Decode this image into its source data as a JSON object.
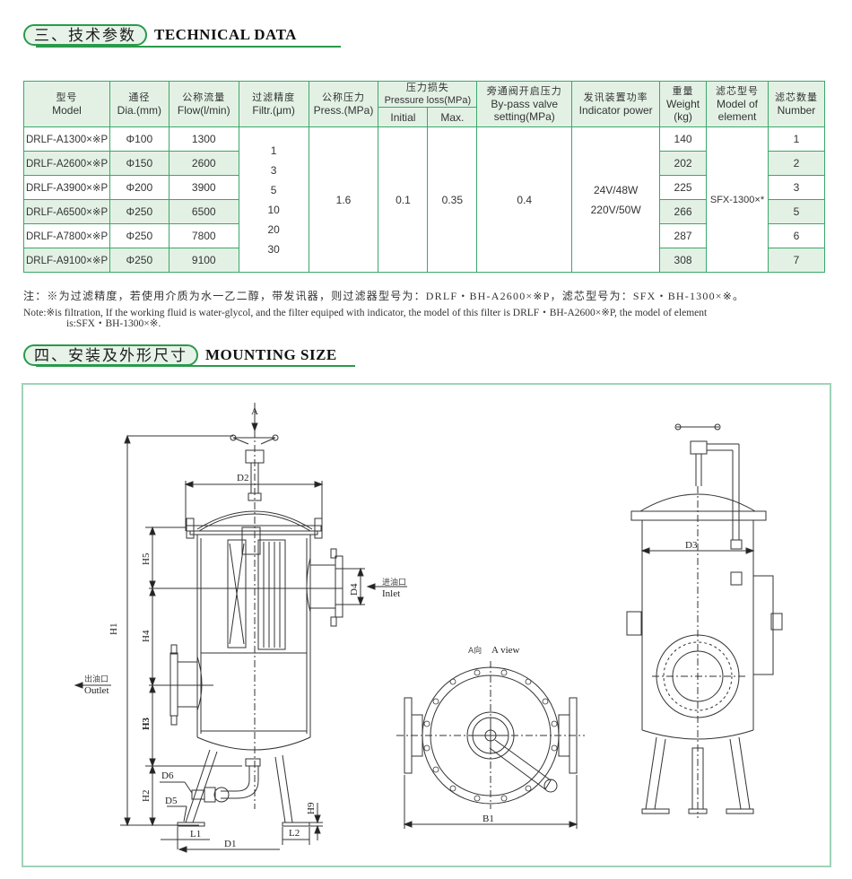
{
  "section1": {
    "cn_label": "三、技术参数",
    "en_title": "TECHNICAL DATA"
  },
  "table": {
    "headers": {
      "model": {
        "cn": "型号",
        "en": "Model"
      },
      "dia": {
        "cn": "通径",
        "en": "Dia.(mm)"
      },
      "flow": {
        "cn": "公称流量",
        "en": "Flow(l/min)"
      },
      "filtr": {
        "cn": "过滤精度",
        "en": "Filtr.(μm)"
      },
      "press": {
        "cn": "公称压力",
        "en": "Press.(MPa)"
      },
      "ploss": {
        "cn": "压力损失",
        "en": "Pressure loss(MPa)",
        "initial": "Initial",
        "max": "Max."
      },
      "bypass": {
        "cn": "旁通阀开启压力",
        "en1": "By-pass valve",
        "en2": "setting(MPa)"
      },
      "indicator": {
        "cn": "发讯装置功率",
        "en": "Indicator power"
      },
      "weight": {
        "cn": "重量",
        "en1": "Weight",
        "en2": "(kg)"
      },
      "element": {
        "cn": "滤芯型号",
        "en1": "Model of",
        "en2": "element"
      },
      "number": {
        "cn": "滤芯数量",
        "en": "Number"
      }
    },
    "rows": [
      {
        "model": "DRLF-A1300×※P",
        "dia": "Φ100",
        "flow": "1300",
        "weight": "140",
        "number": "1"
      },
      {
        "model": "DRLF-A2600×※P",
        "dia": "Φ150",
        "flow": "2600",
        "weight": "202",
        "number": "2"
      },
      {
        "model": "DRLF-A3900×※P",
        "dia": "Φ200",
        "flow": "3900",
        "weight": "225",
        "number": "3"
      },
      {
        "model": "DRLF-A6500×※P",
        "dia": "Φ250",
        "flow": "6500",
        "weight": "266",
        "number": "5"
      },
      {
        "model": "DRLF-A7800×※P",
        "dia": "Φ250",
        "flow": "7800",
        "weight": "287",
        "number": "6"
      },
      {
        "model": "DRLF-A9100×※P",
        "dia": "Φ250",
        "flow": "9100",
        "weight": "308",
        "number": "7"
      }
    ],
    "shared": {
      "filtr_values": [
        "1",
        "3",
        "5",
        "10",
        "20",
        "30"
      ],
      "press": "1.6",
      "ploss_initial": "0.1",
      "ploss_max": "0.35",
      "bypass": "0.4",
      "indicator_line1": "24V/48W",
      "indicator_line2": "220V/50W",
      "element": "SFX-1300×*"
    }
  },
  "notes": {
    "cn": "注：※为过滤精度，若使用介质为水一乙二醇，带发讯器，则过滤器型号为：DRLF・BH-A2600×※P，滤芯型号为：SFX・BH-1300×※。",
    "en": "Note:※is filtration, If the working fluid is water-glycol, and the filter equiped with indicator, the model of this filter is DRLF・BH-A2600×※P, the model of element",
    "en_cont": "is:SFX・BH-1300×※."
  },
  "section2": {
    "cn_label": "四、安装及外形尺寸",
    "en_title": "MOUNTING SIZE"
  },
  "drawing": {
    "labels": {
      "A": "A",
      "D2": "D2",
      "D3": "D3",
      "D4": "D4",
      "D5": "D5",
      "D6": "D6",
      "D1": "D1",
      "H1": "H1",
      "H2": "H2",
      "H3": "H3",
      "H4": "H4",
      "H5": "H5",
      "H9": "H9",
      "L1": "L1",
      "L2": "L2",
      "B1": "B1",
      "inlet_cn": "进油口",
      "inlet_en": "Inlet",
      "outlet_cn": "出油口",
      "outlet_en": "Outlet",
      "aview_cn": "A向",
      "aview_en": "A view"
    },
    "colors": {
      "frame": "#9fd3b8",
      "accent": "#2a9a4a",
      "header_bg": "#e3f1e5"
    }
  }
}
